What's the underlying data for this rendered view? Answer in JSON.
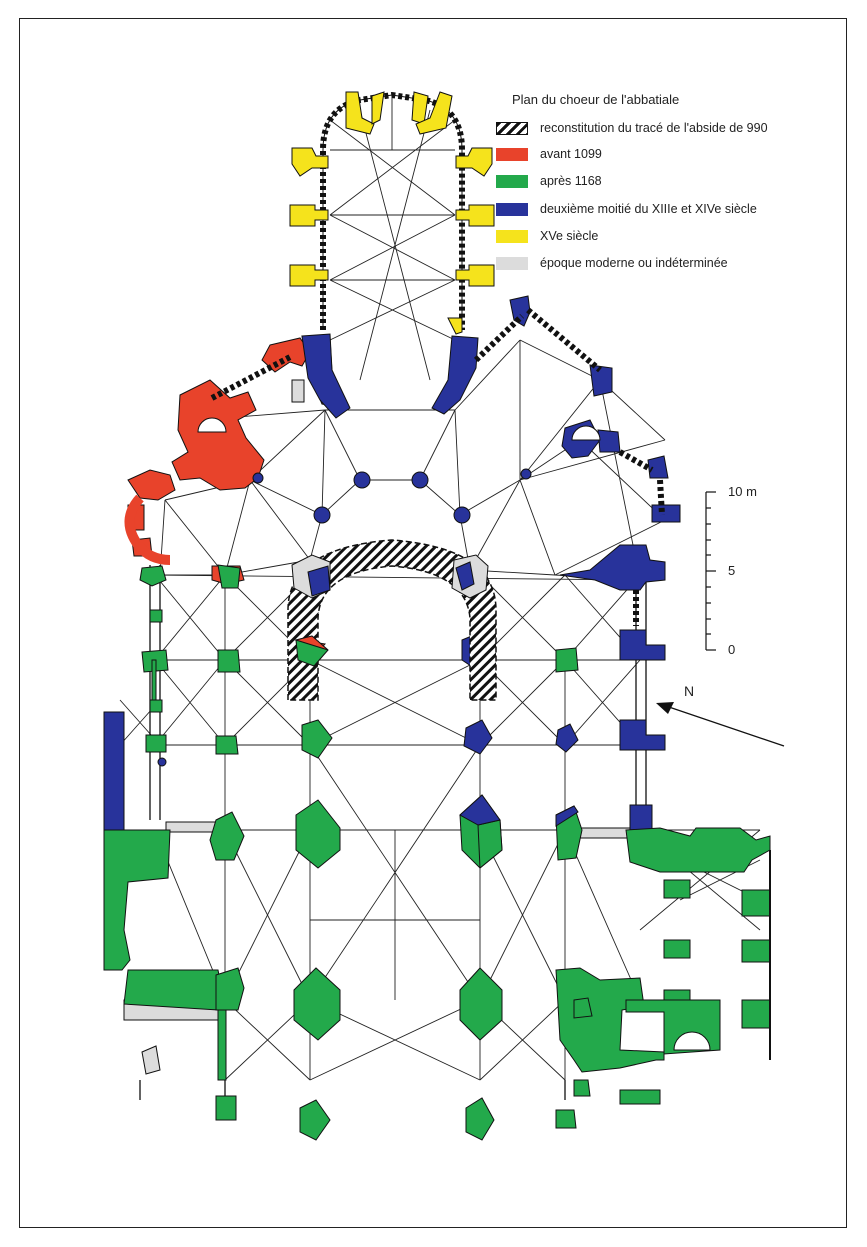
{
  "legend": {
    "title": "Plan du choeur de l'abbatiale",
    "items": [
      {
        "label": "reconstitution du tracé de l'abside de 990",
        "kind": "hatch",
        "color": "#111111"
      },
      {
        "label": "avant 1099",
        "kind": "fill",
        "color": "#e8432b"
      },
      {
        "label": "après 1168",
        "kind": "fill",
        "color": "#23a94b"
      },
      {
        "label": "deuxième moitié du XIIIe et XIVe siècle",
        "kind": "fill",
        "color": "#28339b"
      },
      {
        "label": "XVe siècle",
        "kind": "fill",
        "color": "#f5e31c"
      },
      {
        "label": "époque moderne ou indéterminée",
        "kind": "fill",
        "color": "#dcdcdc"
      }
    ]
  },
  "scale": {
    "top": "10 m",
    "mid": "5",
    "bottom": "0"
  },
  "north": {
    "label": "N"
  },
  "colors": {
    "red": "#e8432b",
    "green": "#23a94b",
    "blue": "#28339b",
    "yellow": "#f5e31c",
    "grey": "#dcdcdc",
    "line": "#111111"
  }
}
